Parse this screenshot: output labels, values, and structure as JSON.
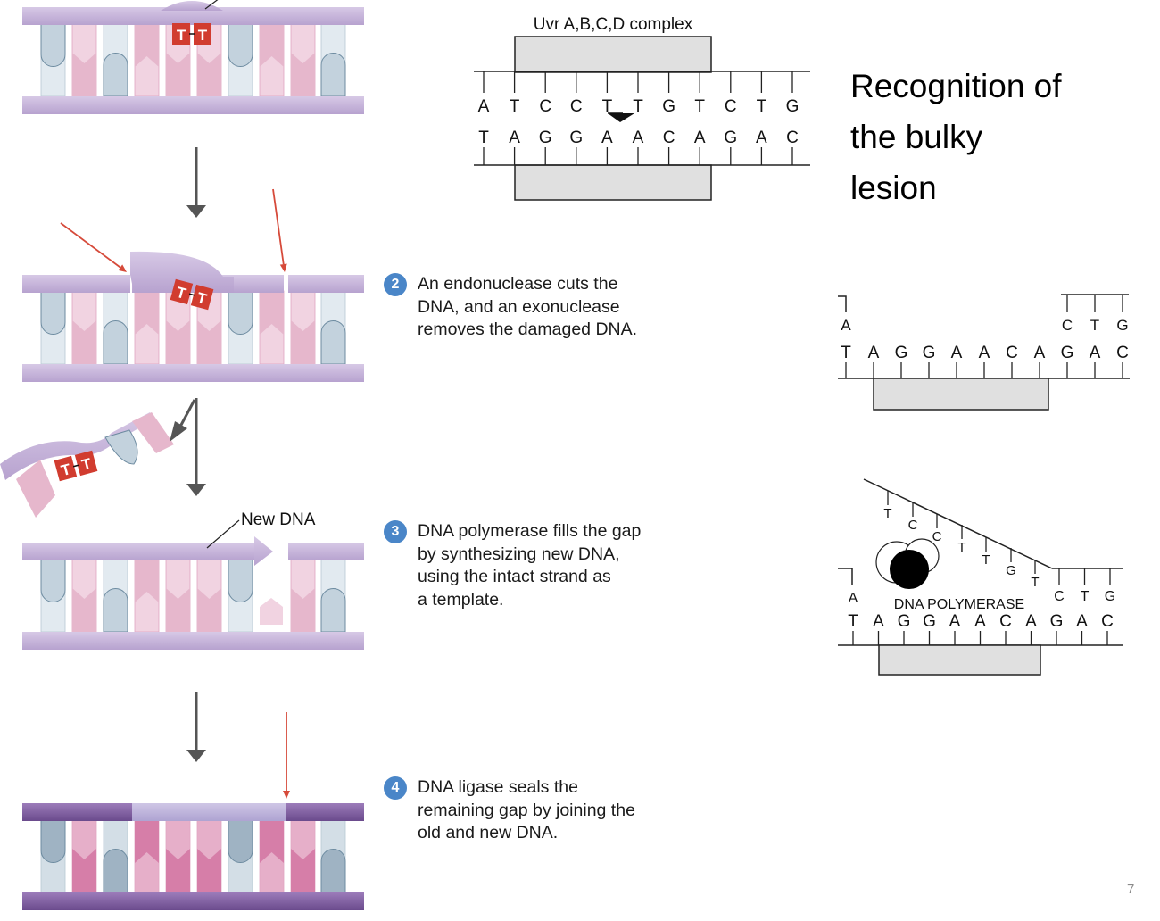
{
  "slide": {
    "title": "Recognition of\nthe bulky\nlesion",
    "page_number": "7"
  },
  "colors": {
    "backbone_purple": "#c5b3d9",
    "backbone_dark_purple": "#7c5a9c",
    "new_backbone_light": "#c2badf",
    "pyrimidine_light": "#e2eaf0",
    "pyrimidine_dark": "#c3d2dd",
    "purine_light": "#f1d3e1",
    "purine_mid": "#e6b7cc",
    "thymine_dimer_red": "#d13c2f",
    "arrow_gray": "#555555",
    "cut_arrow_red": "#d64a3a",
    "step_badge_blue": "#4a86c8",
    "complex_gray": "#e0e0e0"
  },
  "steps": [
    {
      "number": "2",
      "text": "An endonuclease cuts the\nDNA, and an exonuclease\nremoves the damaged DNA."
    },
    {
      "number": "3",
      "text": "DNA polymerase fills the gap\nby synthesizing new DNA,\nusing the intact strand as\na template."
    },
    {
      "number": "4",
      "text": "DNA ligase seals the\nremaining gap by joining the\nold and new DNA."
    }
  ],
  "illustration": {
    "dimer_label": "T T",
    "new_dna_label": "New DNA"
  },
  "schematic_1": {
    "complex_label": "Uvr A,B,C,D complex",
    "top_strand": [
      "A",
      "T",
      "C",
      "C",
      "T",
      "T",
      "G",
      "T",
      "C",
      "T",
      "G"
    ],
    "bottom_strand": [
      "T",
      "A",
      "G",
      "G",
      "A",
      "A",
      "C",
      "A",
      "G",
      "A",
      "C"
    ]
  },
  "schematic_2": {
    "top_left": [
      "A"
    ],
    "top_right": [
      "C",
      "T",
      "G"
    ],
    "bottom_strand": [
      "T",
      "A",
      "G",
      "G",
      "A",
      "A",
      "C",
      "A",
      "G",
      "A",
      "C"
    ]
  },
  "schematic_3": {
    "enzyme_label": "DNA POLYMERASE",
    "top_left": [
      "A"
    ],
    "new_strand": [
      "T",
      "C",
      "C",
      "T",
      "T",
      "G",
      "T"
    ],
    "top_right": [
      "C",
      "T",
      "G"
    ],
    "bottom_strand": [
      "T",
      "A",
      "G",
      "G",
      "A",
      "A",
      "C",
      "A",
      "G",
      "A",
      "C"
    ]
  }
}
